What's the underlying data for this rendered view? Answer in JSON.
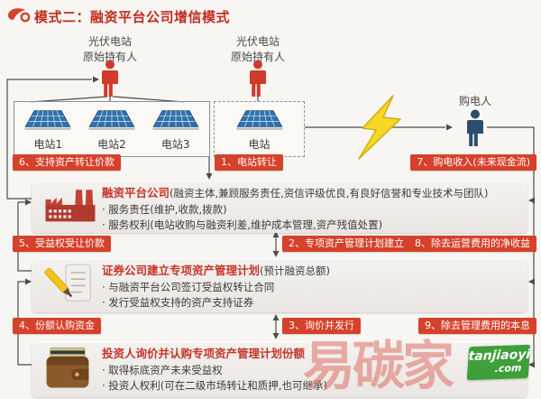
{
  "page": {
    "title": "模式二：融资平台公司增信模式"
  },
  "actors": {
    "holder_left": "光伏电站\n原始持有人",
    "holder_right": "光伏电站\n原始持有人",
    "purchaser": "购电人"
  },
  "plants": {
    "group": [
      "电站1",
      "电站2",
      "电站3"
    ],
    "single": "电站"
  },
  "flows": {
    "f1": "1、电站转让",
    "f2": "2、专项资产管理计划建立",
    "f3": "3、询价并发行",
    "f4": "4、份额认购资金",
    "f5": "5、受益权受让价款",
    "f6": "6、支持资产转让价款",
    "f7": "7、购电收入(未来现金流)",
    "f8": "8、除去运营费用的净收益",
    "f9": "9、除去管理费用的本息"
  },
  "boxes": [
    {
      "title": "融资平台公司",
      "suffix": "(融资主体,兼顾服务责任,资信评级优良,有良好信誉和专业技术与团队)",
      "lines": [
        "· 服务责任(维护,收款,拨款)",
        "· 服务权利(电站收购与融资利差,维护成本管理,资产残值处置)"
      ]
    },
    {
      "title": "证券公司建立专项资产管理计划",
      "suffix": "(预计融资总额)",
      "lines": [
        "· 与融资平台公司签订受益权转让合同",
        "· 发行受益权支持的资产支持证券"
      ]
    },
    {
      "title": "投资人询价并认购专项资产管理计划份额",
      "suffix": "",
      "lines": [
        "· 取得标底资产未来受益权",
        "· 投资人权利(可在二级市场转让和质押,也可继承)"
      ]
    }
  ],
  "watermark": {
    "text": "易碳家",
    "badge_line1": "tanjiaoyi",
    "badge_line2": ".com"
  },
  "colors": {
    "badge_red": "#d6412b",
    "title_red": "#c12b1d",
    "box_title_red": "#c43527",
    "person_red": "#d03a28",
    "person_blue": "#2b4e6e",
    "panel_blue": "#2f71ae",
    "lightning_yellow": "#f5d822",
    "watermark_green": "#3f9f3b"
  }
}
